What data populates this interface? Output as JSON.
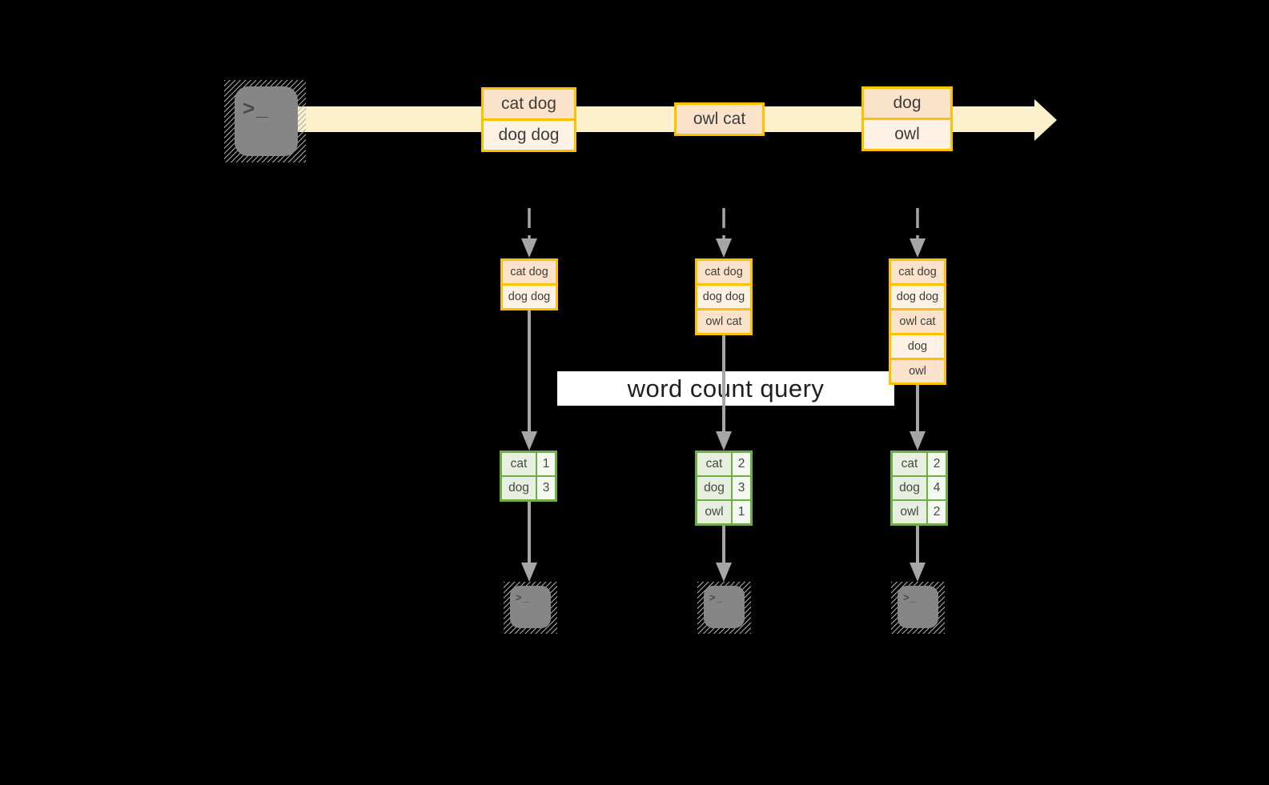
{
  "diagram": {
    "query_label": "word count query",
    "terminal_prompt": ">_"
  },
  "stream": {
    "batches": [
      {
        "lines": [
          "cat dog",
          "dog dog"
        ]
      },
      {
        "lines": [
          "owl cat"
        ]
      },
      {
        "lines": [
          "dog",
          "owl"
        ]
      }
    ]
  },
  "columns": [
    {
      "stack": [
        "cat dog",
        "dog dog"
      ],
      "counts": [
        {
          "word": "cat",
          "count": "1"
        },
        {
          "word": "dog",
          "count": "3"
        }
      ]
    },
    {
      "stack": [
        "cat dog",
        "dog dog",
        "owl cat"
      ],
      "counts": [
        {
          "word": "cat",
          "count": "2"
        },
        {
          "word": "dog",
          "count": "3"
        },
        {
          "word": "owl",
          "count": "1"
        }
      ]
    },
    {
      "stack": [
        "cat dog",
        "dog dog",
        "owl cat",
        "dog",
        "owl"
      ],
      "counts": [
        {
          "word": "cat",
          "count": "2"
        },
        {
          "word": "dog",
          "count": "4"
        },
        {
          "word": "owl",
          "count": "2"
        }
      ]
    }
  ],
  "colors": {
    "stream_band": "#fdf1cd",
    "box_border": "#ffc000",
    "cell_peach": "#fbe3cb",
    "cell_cream": "#fdf2e4",
    "table_border": "#70ad47",
    "table_word_cell": "#e7efe0",
    "table_value_cell": "#f3f8f0",
    "arrow_gray": "#a6a6a6",
    "terminal_gray": "#868686",
    "query_text": "#1f1f1f"
  }
}
